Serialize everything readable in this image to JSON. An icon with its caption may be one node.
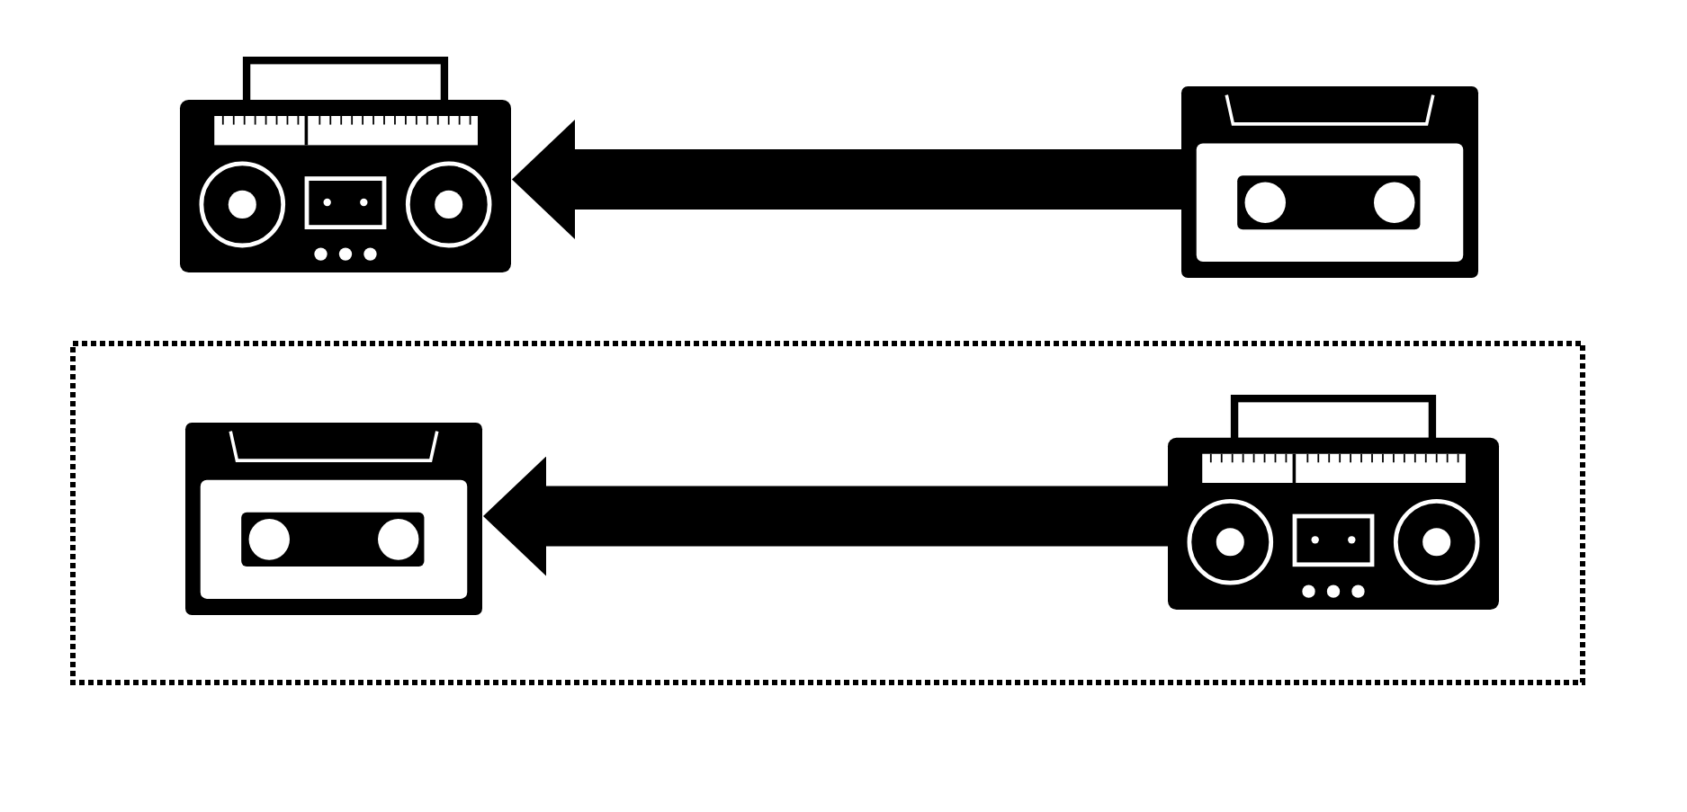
{
  "diagram": {
    "nodes": [
      {
        "text": [],
        "shape": "picture"
      },
      {
        "text": [],
        "shape": "picture"
      },
      {
        "text": [],
        "shape": "box"
      },
      {
        "text": [],
        "shape": "picture",
        "in": 2
      },
      {
        "text": [],
        "shape": "picture",
        "in": 2
      }
    ],
    "edges": [
      {
        "from": 1,
        "to": 0,
        "arrow": "to"
      },
      {
        "from": 4,
        "to": 3,
        "arrow": "to"
      }
    ]
  }
}
